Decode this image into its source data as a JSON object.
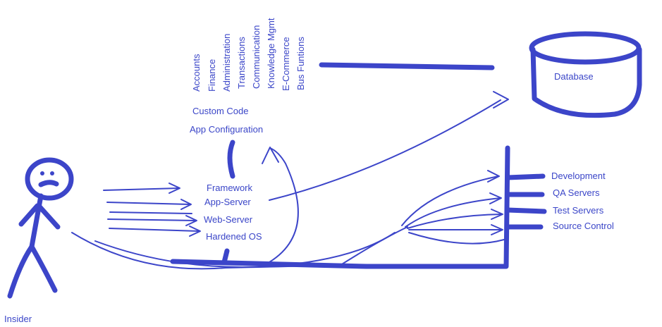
{
  "diagram": {
    "business_functions": [
      "Accounts",
      "Finance",
      "Administration",
      "Transactions",
      "Communication",
      "Knowledge Mgmt",
      "E-Commerce",
      "Bus Funtions"
    ],
    "stack_layers": {
      "custom_code": "Custom Code",
      "app_configuration": "App Configuration",
      "framework": "Framework",
      "app_server": "App-Server",
      "web_server": "Web-Server",
      "hardened_os": "Hardened OS"
    },
    "database": "Database",
    "environments": [
      "Development",
      "QA Servers",
      "Test Servers",
      "Source Control"
    ],
    "actor": "Insider",
    "colors": {
      "ink": "#3c45c9",
      "text": "#3b46c8",
      "background": "#ffffff"
    }
  }
}
